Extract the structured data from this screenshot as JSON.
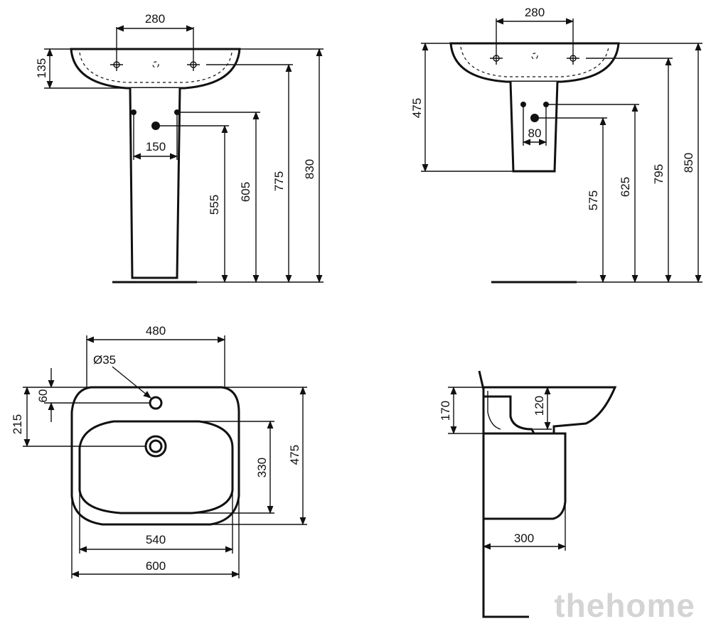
{
  "watermark": "thehome",
  "views": {
    "pedestal_front": {
      "tap_spacing": "280",
      "rim_height": "135",
      "pipe_spacing": "150",
      "outlet_height": "555",
      "supply_height": "605",
      "fixing_height": "775",
      "total_height": "830"
    },
    "semi_pedestal_front": {
      "tap_spacing": "280",
      "bowl_height": "475",
      "pipe_spacing": "80",
      "outlet_height": "575",
      "supply_height": "625",
      "fixing_height": "795",
      "total_height": "850"
    },
    "plan": {
      "inner_width_top": "480",
      "tap_hole_diameter": "Ø35",
      "tap_hole_offset": "60",
      "waste_offset": "215",
      "bowl_depth": "330",
      "total_depth": "475",
      "bowl_width": "540",
      "total_width": "600"
    },
    "side": {
      "rim_height": "170",
      "bowl_depth": "120",
      "pedestal_projection": "300"
    }
  }
}
